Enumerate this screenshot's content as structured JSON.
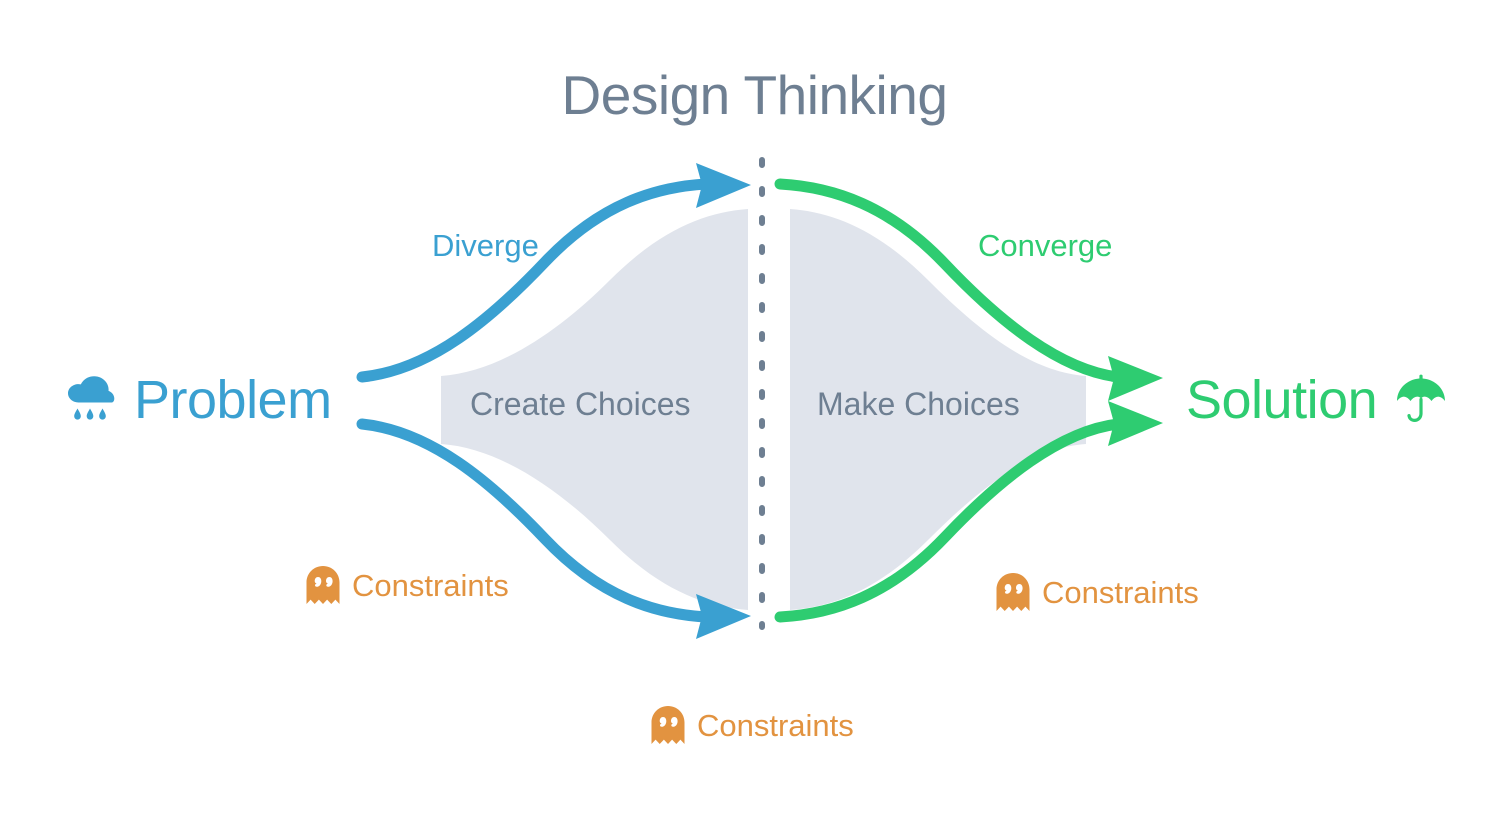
{
  "page": {
    "title": "Design Thinking",
    "background": "#ffffff"
  },
  "colors": {
    "title_gray": "#6e7f92",
    "problem_blue": "#3aa0d1",
    "solution_green": "#2ecc71",
    "constraint_orange": "#e29340",
    "funnel_fill": "#e0e4ec",
    "divider_gray": "#6e7f92"
  },
  "endpoints": {
    "problem": {
      "label": "Problem",
      "icon": "rain-cloud-icon",
      "color": "#3aa0d1"
    },
    "solution": {
      "label": "Solution",
      "icon": "umbrella-icon",
      "color": "#2ecc71"
    }
  },
  "phases": [
    {
      "label": "Create Choices",
      "side": "left"
    },
    {
      "label": "Make Choices",
      "side": "right"
    }
  ],
  "flows": [
    {
      "label": "Diverge",
      "color": "#3aa0d1",
      "direction": "outward"
    },
    {
      "label": "Converge",
      "color": "#2ecc71",
      "direction": "inward"
    }
  ],
  "constraints": [
    {
      "label": "Constraints",
      "icon": "ghost-icon",
      "position": "left"
    },
    {
      "label": "Constraints",
      "icon": "ghost-icon",
      "position": "right"
    },
    {
      "label": "Constraints",
      "icon": "ghost-icon",
      "position": "bottom-center"
    }
  ],
  "divider": {
    "style": "dashed-vertical",
    "color": "#6e7f92"
  },
  "chart_data": {
    "type": "diagram",
    "diagram_kind": "double-diamond",
    "title": "Design Thinking",
    "nodes": [
      {
        "id": "problem",
        "label": "Problem",
        "x": 0,
        "color": "#3aa0d1"
      },
      {
        "id": "create",
        "label": "Create Choices",
        "x": 0.4,
        "color": "#6e7f92"
      },
      {
        "id": "make",
        "label": "Make Choices",
        "x": 0.6,
        "color": "#6e7f92"
      },
      {
        "id": "solution",
        "label": "Solution",
        "x": 1,
        "color": "#2ecc71"
      }
    ],
    "edges": [
      {
        "from": "problem",
        "to": "create",
        "label": "Diverge",
        "color": "#3aa0d1"
      },
      {
        "from": "make",
        "to": "solution",
        "label": "Converge",
        "color": "#2ecc71"
      }
    ],
    "annotations": [
      "Constraints",
      "Constraints",
      "Constraints"
    ]
  }
}
